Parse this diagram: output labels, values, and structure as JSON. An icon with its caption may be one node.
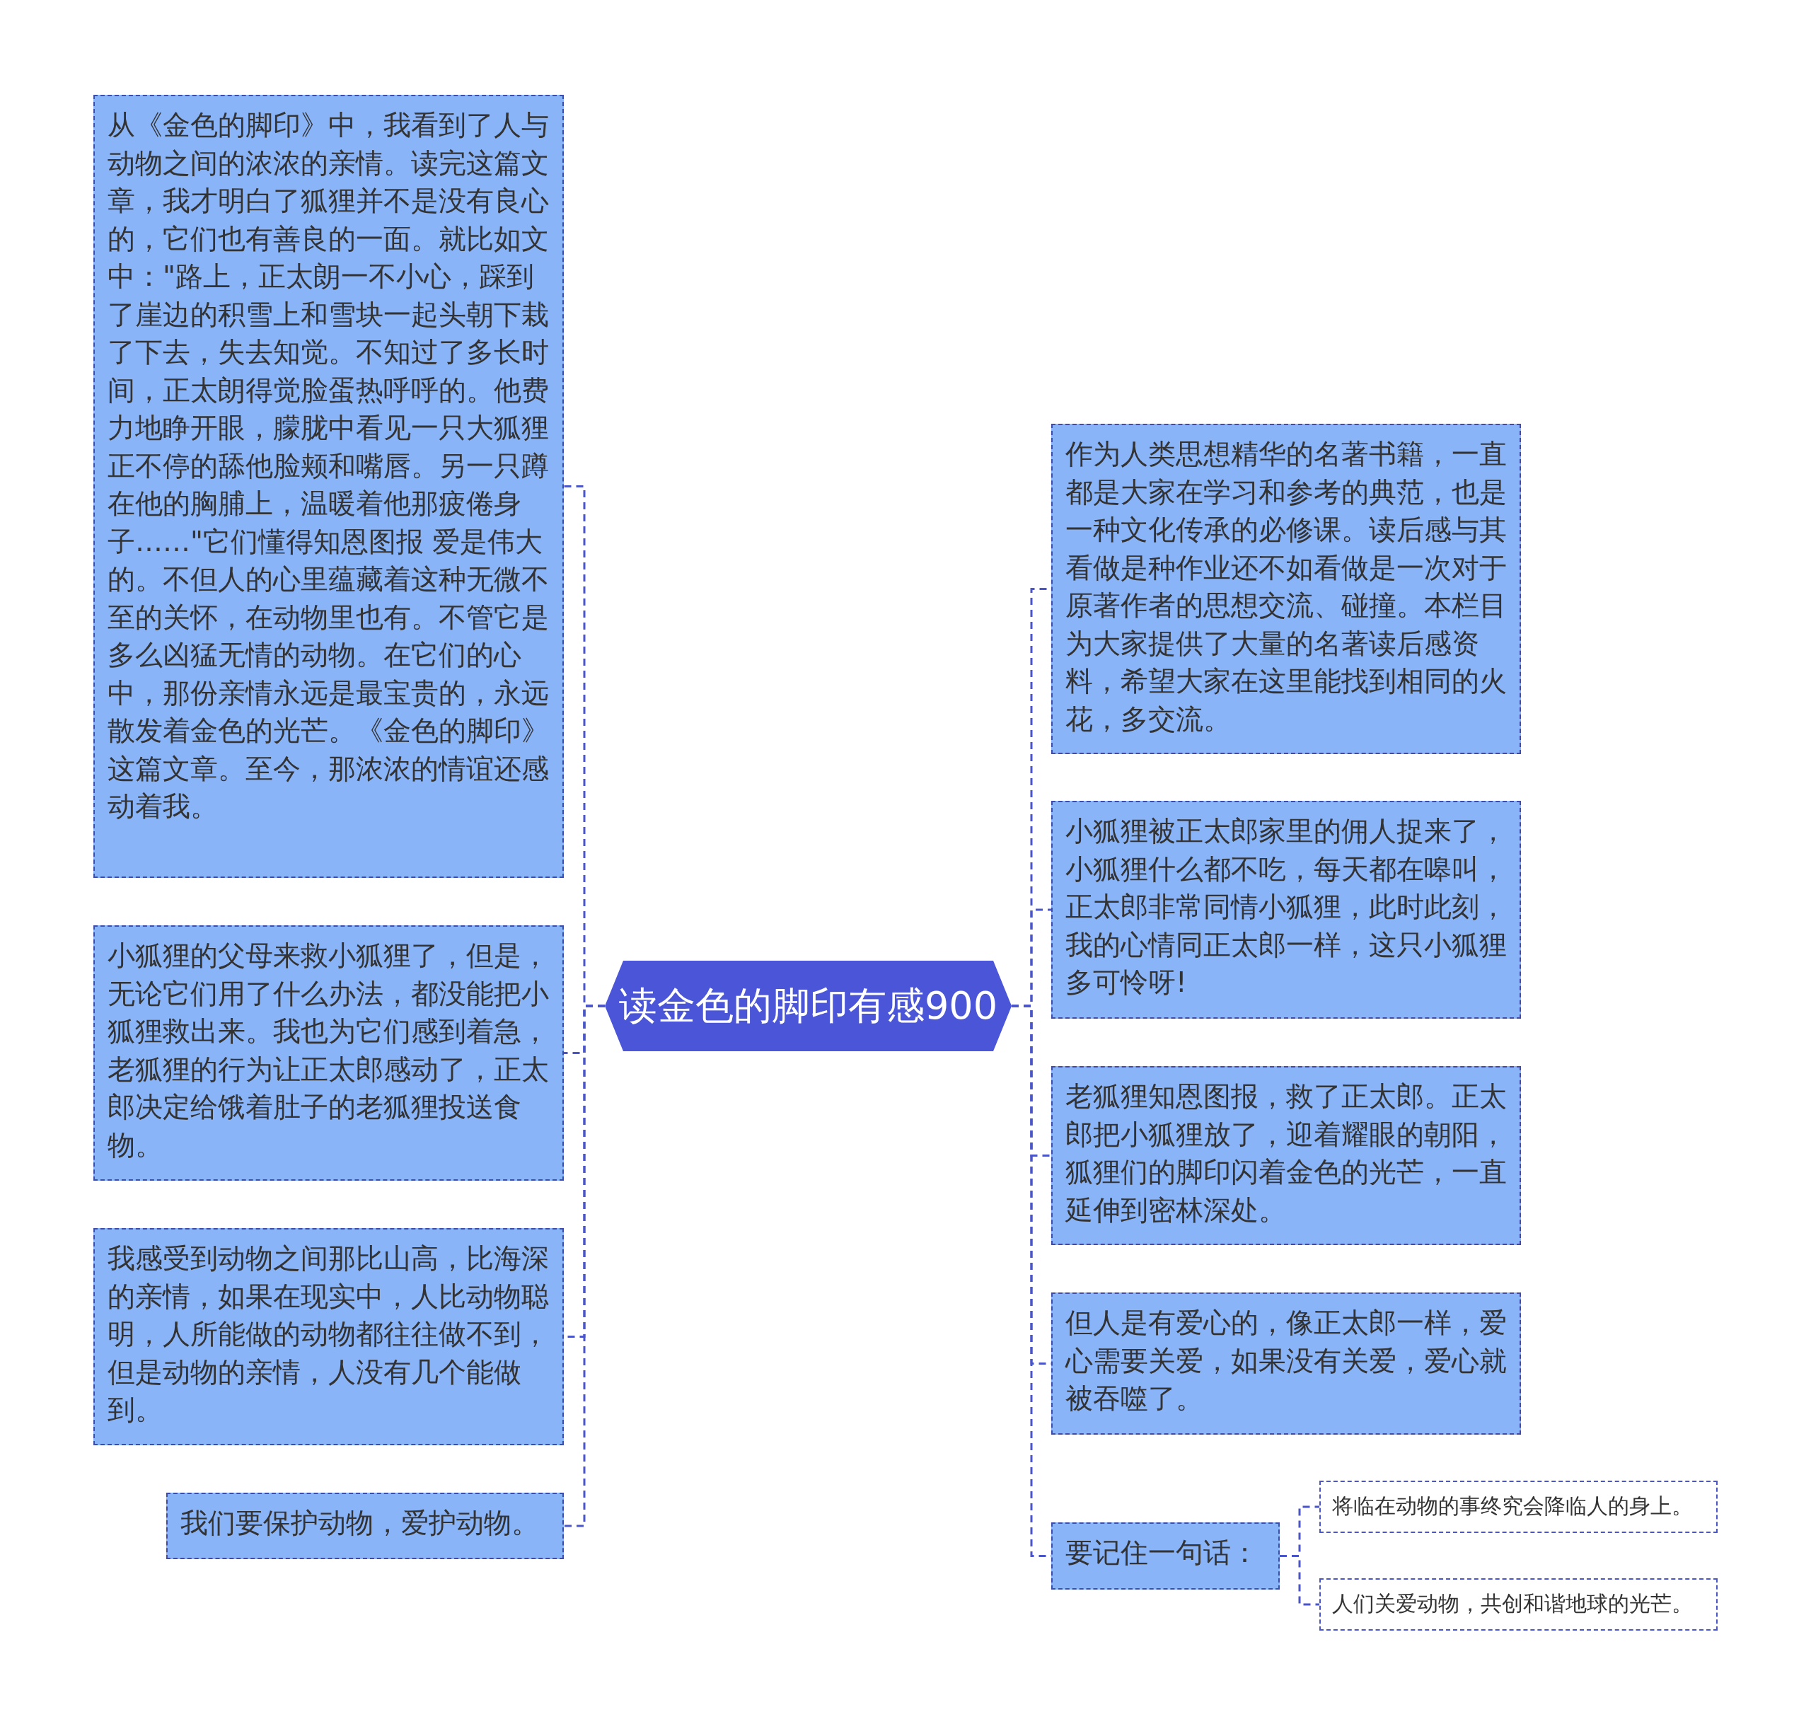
{
  "diagram": {
    "nodes": [
      {
        "text": [
          "读金色的脚印有感900"
        ]
      },
      {
        "text": [
          "从《金色的脚印》中，我看到了人与动物之间的浓浓的亲情。读完这篇文章，我才明白了狐狸并不是没有良心的，它们也有善良的一面。就比如文中：\"路上，正太朗一不小心，踩到了崖边的积雪上和雪块一起头朝下栽了下去，失去知觉。不知过了多长时间，正太朗得觉脸蛋热呼呼的。他费力地睁开眼，朦胧中看见一只大狐狸正不停的舔他脸颊和嘴唇。另一只蹲在他的胸脯上，温暖着他那疲倦身子……\"它们懂得知恩图报 爱是伟大的。不但人的心里蕴藏着这种无微不至的关怀，在动物里也有。不管它是多么凶猛无情的动物。在它们的心中，那份亲情永远是最宝贵的，永远散发着金色的光芒。《金色的脚印》这篇文章。至今，那浓浓的情谊还感动着我。"
        ]
      },
      {
        "text": [
          "小狐狸的父母来救小狐狸了，但是，无论它们用了什么办法，都没能把小狐狸救出来。我也为它们感到着急，老狐狸的行为让正太郎感动了，正太郎决定给饿着肚子的老狐狸投送食物。"
        ]
      },
      {
        "text": [
          "我感受到动物之间那比山高，比海深的亲情，如果在现实中，人比动物聪明，人所能做的动物都往往做不到，但是动物的亲情，人没有几个能做到。"
        ]
      },
      {
        "text": [
          "我们要保护动物，爱护动物。"
        ]
      },
      {
        "text": [
          "作为人类思想精华的名著书籍，一直都是大家在学习和参考的典范，也是一种文化传承的必修课。读后感与其看做是种作业还不如看做是一次对于原著作者的思想交流、碰撞。本栏目为大家提供了大量的名著读后感资料，希望大家在这里能找到相同的火花，多交流。"
        ]
      },
      {
        "text": [
          "小狐狸被正太郎家里的佣人捉来了，小狐狸什么都不吃，每天都在嗥叫，正太郎非常同情小狐狸，此时此刻，我的心情同正太郎一样，这只小狐狸多可怜呀!"
        ]
      },
      {
        "text": [
          "老狐狸知恩图报，救了正太郎。正太郎把小狐狸放了，迎着耀眼的朝阳，狐狸们的脚印闪着金色的光芒，一直延伸到密林深处。"
        ]
      },
      {
        "text": [
          "但人是有爱心的，像正太郎一样，爱心需要关爱，如果没有关爱，爱心就被吞噬了。"
        ]
      },
      {
        "text": [
          "要记住一句话："
        ]
      },
      {
        "text": [
          "将临在动物的事终究会降临人的身上。"
        ]
      },
      {
        "text": [
          "人们关爱动物，共创和谐地球的光芒。"
        ]
      }
    ],
    "edges": [
      {
        "from": 0,
        "to": 1,
        "arrow": "none",
        "style": "dashed"
      },
      {
        "from": 0,
        "to": 2,
        "arrow": "none",
        "style": "dashed"
      },
      {
        "from": 0,
        "to": 3,
        "arrow": "none",
        "style": "dashed"
      },
      {
        "from": 0,
        "to": 4,
        "arrow": "none",
        "style": "dashed"
      },
      {
        "from": 0,
        "to": 5,
        "arrow": "none",
        "style": "dashed"
      },
      {
        "from": 0,
        "to": 6,
        "arrow": "none",
        "style": "dashed"
      },
      {
        "from": 0,
        "to": 7,
        "arrow": "none",
        "style": "dashed"
      },
      {
        "from": 0,
        "to": 8,
        "arrow": "none",
        "style": "dashed"
      },
      {
        "from": 0,
        "to": 9,
        "arrow": "none",
        "style": "dashed"
      },
      {
        "from": 9,
        "to": 10,
        "arrow": "none",
        "style": "dashed"
      },
      {
        "from": 9,
        "to": 11,
        "arrow": "none",
        "style": "dashed"
      }
    ]
  }
}
